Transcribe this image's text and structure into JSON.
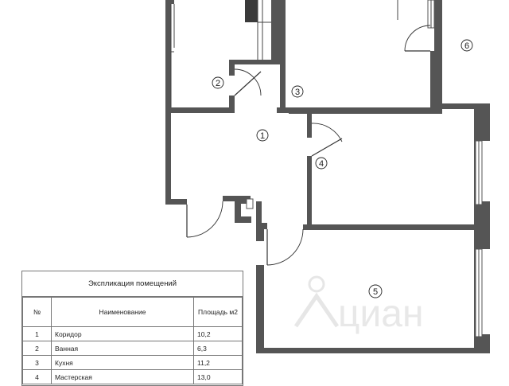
{
  "rooms": [
    {
      "num": "1"
    },
    {
      "num": "2"
    },
    {
      "num": "3"
    },
    {
      "num": "4"
    },
    {
      "num": "5"
    },
    {
      "num": "6"
    }
  ],
  "watermark": "циан",
  "legend": {
    "title": "Экспликация помещений",
    "headers": {
      "num": "№",
      "name": "Наименование",
      "area": "Площадь м2"
    },
    "rows": [
      {
        "num": "1",
        "name": "Коридор",
        "area": "10,2"
      },
      {
        "num": "2",
        "name": "Ванная",
        "area": "6,3"
      },
      {
        "num": "3",
        "name": "Кухня",
        "area": "11,2"
      },
      {
        "num": "4",
        "name": "Мастерская",
        "area": "13,0"
      }
    ]
  },
  "colors": {
    "wall": "#555555",
    "line": "#333333",
    "watermark": "#e6e6e6"
  }
}
